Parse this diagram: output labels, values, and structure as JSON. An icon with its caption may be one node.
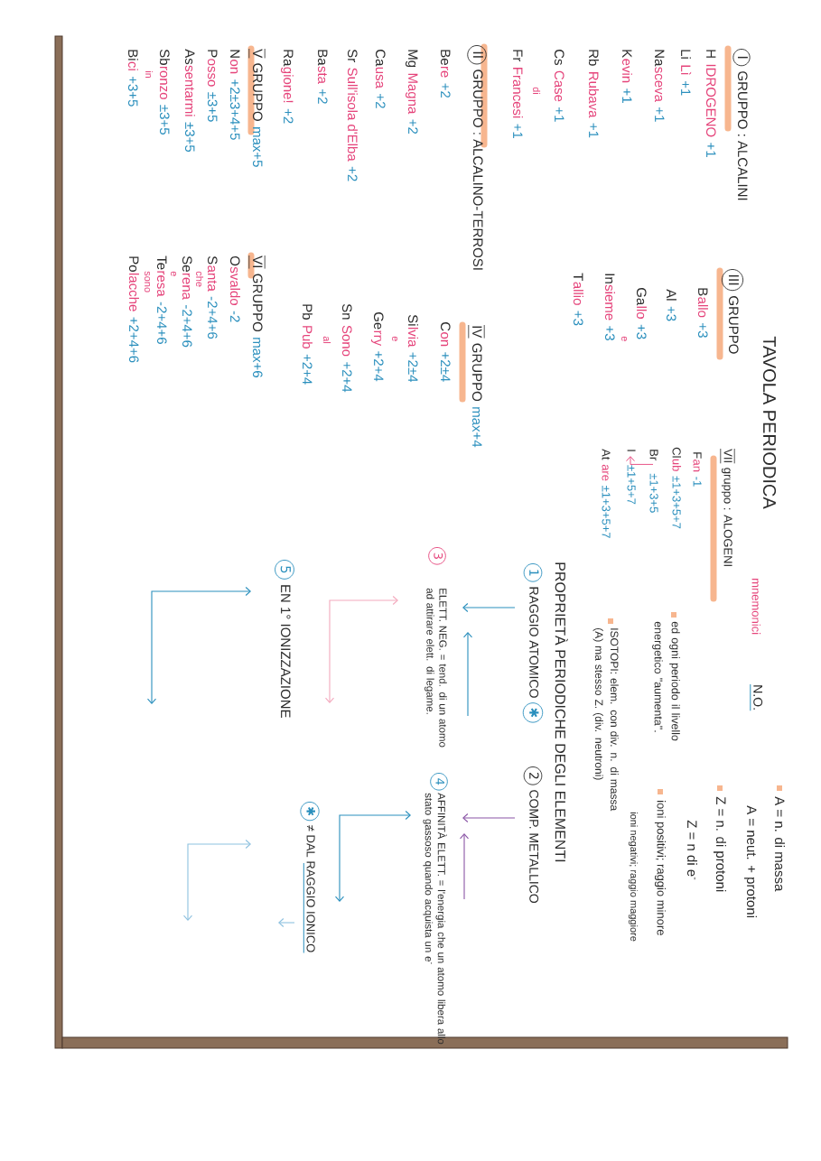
{
  "diagram": {
    "title": "TAVOLA PERIODICA",
    "nodes": [
      {
        "text": [
          "I"
        ],
        "beside": [
          "GRUPPO : ALCALINI"
        ]
      },
      {
        "text": [
          "II"
        ],
        "beside": [
          "GRUPPO : ALCALINO-TERROSI"
        ]
      },
      {
        "text": [
          "III"
        ],
        "beside": [
          "GRUPPO"
        ]
      },
      {
        "text": [
          "Br"
        ]
      },
      {
        "text": [
          "I"
        ]
      },
      {
        "text": [
          "1"
        ],
        "beside": [
          "RAGGIO ATOMICO"
        ]
      },
      {
        "text": [
          "✱"
        ]
      },
      {
        "text": [
          "2"
        ],
        "beside": [
          "COMP. METALLICO"
        ]
      },
      {
        "text": [
          "3"
        ],
        "beside": [
          "ELETT. NEG. = tend. di un atomo ad attirare elett. di legame."
        ]
      },
      {
        "text": [
          "4"
        ],
        "beside": [
          "AFFINITÀ ELETT. = l'energia che un atomo libera allo stato gassoso quando acquista un e$^{-}$"
        ]
      },
      {
        "text": [
          "✱"
        ],
        "beside": [
          "≠ DAL RAGGIO IONICO"
        ]
      },
      {
        "text": [
          "5"
        ],
        "beside": [
          "EN 1° IONIZZAZIONE"
        ]
      }
    ],
    "edges": [
      {
        "from": 3,
        "to": 4,
        "arrow": "to",
        "color": "#e5437a"
      }
    ],
    "labels": [
      "H",
      "IDROGENO",
      "+1",
      "Li",
      "Lì",
      "+1",
      "Na",
      "sceva",
      "+1",
      "K",
      "evin",
      "+1",
      "Rb",
      "Rubava",
      "+1",
      "Cs",
      "Case",
      "+1",
      "di",
      "Fr",
      "Francesi",
      "+1",
      "Be",
      "re",
      "+2",
      "Mg",
      "Magna",
      "+2",
      "Ca",
      "usa",
      "+2",
      "Sr",
      "Sull'isola d'Elba",
      "+2",
      "Ba",
      "sta",
      "+2",
      "Ra",
      "gione!",
      "+2",
      "V",
      "GRUPPO",
      "max+5",
      "N",
      "on",
      "+2±3+4+5",
      "P",
      "osso",
      "±3+5",
      "As",
      "sentarmi",
      "±3+5",
      "Sb",
      "ronzo",
      "±3+5",
      "in",
      "Bi",
      "ci",
      "+3+5",
      "B",
      "allo",
      "+3",
      "Al",
      "+3",
      "Ga",
      "llo",
      "+3",
      "e",
      "In",
      "sieme",
      "+3",
      "T",
      "allio",
      "+3",
      "IV",
      "GRUPPO",
      "max+4",
      "C",
      "on",
      "+2±4",
      "Si",
      "lvia",
      "+2±4",
      "e",
      "Ge",
      "rry",
      "+2+4",
      "Sn",
      "Sono",
      "+2+4",
      "al",
      "Pb",
      "Pub",
      "+2+4",
      "VI",
      "GRUPPO",
      "max+6",
      "O",
      "svaldo",
      "-2",
      "S",
      "anta",
      "-2+4+6",
      "che",
      "Se",
      "rena",
      "-2+4+6",
      "e",
      "Te",
      "resa",
      "-2+4+6",
      "sono",
      "Po",
      "lacche",
      "+2+4+6",
      "VII",
      "gruppo : ALOGENI",
      "F",
      "an",
      "-1",
      "Cl",
      "ub",
      "±1+3+5+7",
      "±1+3+5",
      "±1+5+7",
      "At",
      "are",
      "±1+3+5+7",
      "mnemonici",
      "N.O.",
      "A = n. di massa",
      "A = neut. + protoni",
      "Z = n. di protoni",
      "Z = n di e$^{-}$",
      "ioni positivi; raggio minore",
      "ioni negativi; raggio maggiore",
      "ed ogni periodo il livello energetico \"aumenta\".",
      "ISOTOPI: elem. con div. n. di massa (A) ma stesso Z. (div. neutroni)",
      "PROPRIETÀ PERIODICHE DEGLI ELEMENTI"
    ]
  }
}
